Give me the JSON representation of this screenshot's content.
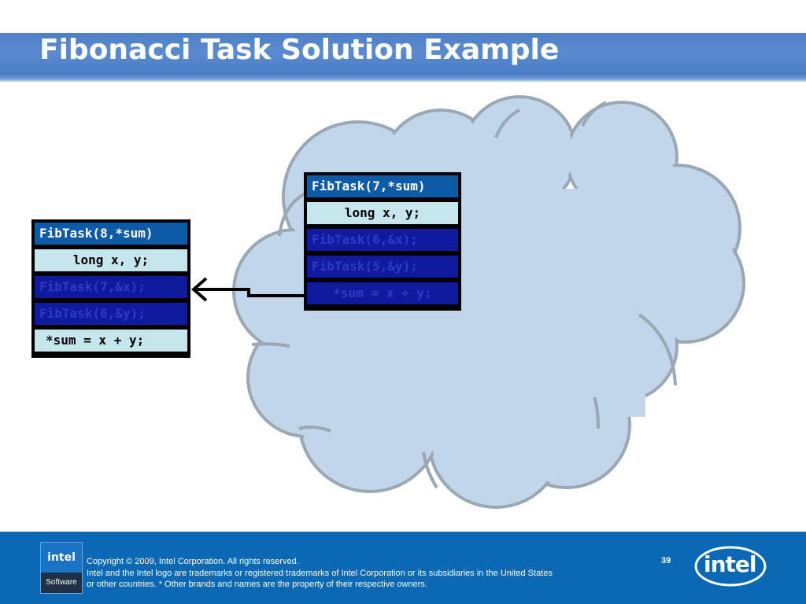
{
  "slide": {
    "title": "Fibonacci Task Solution Example",
    "page_number": "39"
  },
  "left_task": {
    "header": "FibTask(8,*sum)",
    "decl": "long x, y;",
    "call1": "FibTask(7,&x);",
    "call2": "FibTask(6,&y);",
    "sum": "*sum = x + y;"
  },
  "right_task": {
    "header": "FibTask(7,*sum)",
    "decl": "long x, y;",
    "call1": "FibTask(6,&x);",
    "call2": "FibTask(5,&y);",
    "sum": "*sum = x + y;"
  },
  "footer": {
    "line1": "Copyright © 2009, Intel Corporation. All rights reserved.",
    "line2": "Intel and the Intel logo are trademarks or registered trademarks of Intel Corporation or its subsidiaries in the United States",
    "line3": "or other countries. * Other brands and names are the property of their respective owners.",
    "software_logo_top": "intel",
    "software_logo_bottom": "Software",
    "intel_logo": "intel"
  },
  "colors": {
    "cloud_fill": "#c2d6ea",
    "cloud_stroke": "#9aa7b4",
    "header_blue": "#0d5aa7",
    "footer_blue": "#0a68b4"
  }
}
